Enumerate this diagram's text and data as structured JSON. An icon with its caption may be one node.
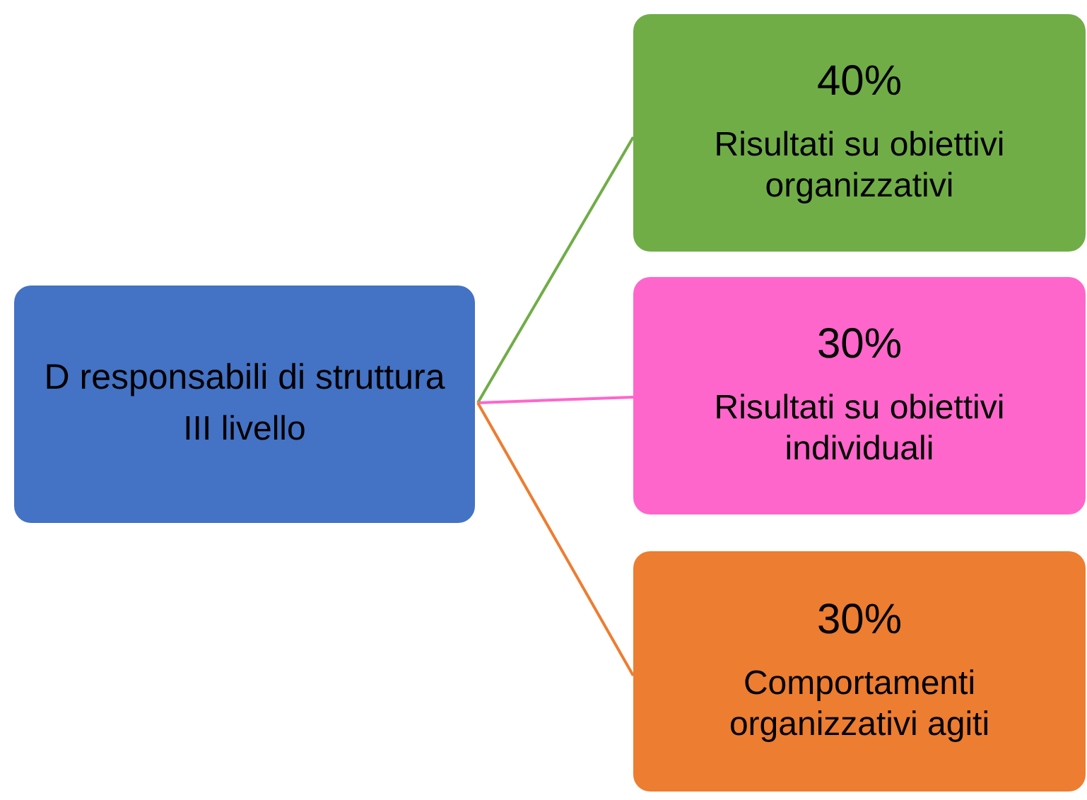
{
  "diagram": {
    "nodes": [
      {
        "text": [
          "D responsabili di struttura",
          "III livello"
        ]
      },
      {
        "text": [
          "40%",
          "Risultati su obiettivi organizzativi"
        ]
      },
      {
        "text": [
          "30%",
          "Risultati su obiettivi individuali"
        ]
      },
      {
        "text": [
          "30%",
          "Comportamenti organizzativi agiti"
        ]
      }
    ],
    "edges": [
      {
        "from": 0,
        "to": 1,
        "arrow": "none",
        "color": "#70ad47"
      },
      {
        "from": 0,
        "to": 2,
        "arrow": "none",
        "color": "#ff66cc"
      },
      {
        "from": 0,
        "to": 3,
        "arrow": "none",
        "color": "#ed7d31"
      }
    ]
  }
}
